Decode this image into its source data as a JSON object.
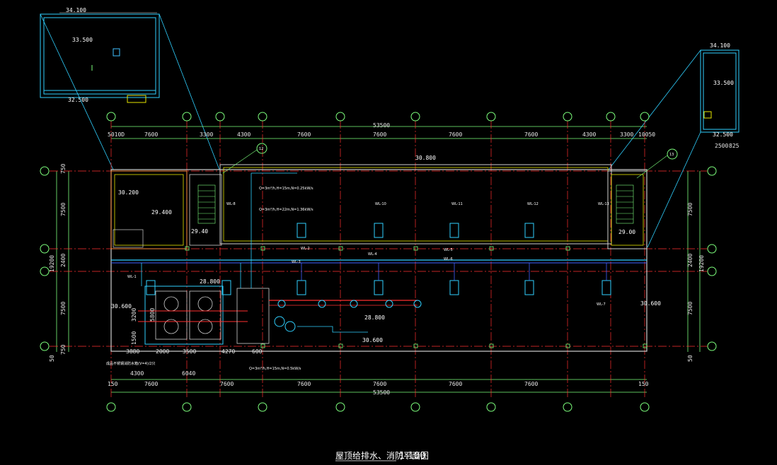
{
  "drawing": {
    "title": "屋顶给排水、消防平面图",
    "scale": "1:100"
  },
  "dimensions": {
    "total": "53500",
    "top_row": [
      "5010D",
      "7600",
      "3300",
      "4300",
      "7600",
      "7600",
      "7600",
      "7600",
      "4300",
      "3300",
      "10050"
    ],
    "bottom_row": [
      "150",
      "7600",
      "7600",
      "7600",
      "7600",
      "7600",
      "7600",
      "150"
    ],
    "left_col": [
      "750",
      "7500",
      "2400",
      "7500",
      "750",
      "19200",
      "50"
    ],
    "right_col": [
      "19200",
      "2400",
      "7500",
      "7500",
      "50"
    ],
    "tank_dims": [
      "3880",
      "2000",
      "3500",
      "4270",
      "600",
      "4300",
      "6040",
      "1500",
      "3200",
      "5800"
    ],
    "right_inset_dims": [
      "2500",
      "825"
    ]
  },
  "elevations": {
    "left_inset_top": "34.100",
    "left_inset_floor": "33.500",
    "left_inset_bottom": "32.500",
    "right_inset_top": "34.100",
    "right_inset_floor": "33.500",
    "right_inset_bottom": "32.500",
    "roof_main": "30.800",
    "roof_left_low": "30.600",
    "roof_right": "30.600",
    "roof_bottom": "30.600",
    "stair_left_a": "30.200",
    "stair_left_b": "29.400",
    "stair_left_c": "29.40",
    "stair_right": "29.00",
    "tank_room": "28.800",
    "pump_area": "28.800"
  },
  "annotations": {
    "callout_12": "12",
    "callout_13": "13",
    "tank_label": "成品不锈钢消防水箱(V=4)/2只",
    "risers": [
      "WL-1",
      "WL-2",
      "WL-3",
      "WL-4",
      "WL-5",
      "WL-6",
      "WL-7",
      "WL-8",
      "WL-10",
      "WL-11",
      "WL-12",
      "WL-13"
    ],
    "flow_q1": "Q=3m³/h,H=15m,N=0.25kW/s",
    "flow_q2": "Q=3m³/h,H=22m,N=1.36kW/s",
    "flow_q3": "Q=3m³/h,H=15m,N=0.5kW/s"
  }
}
